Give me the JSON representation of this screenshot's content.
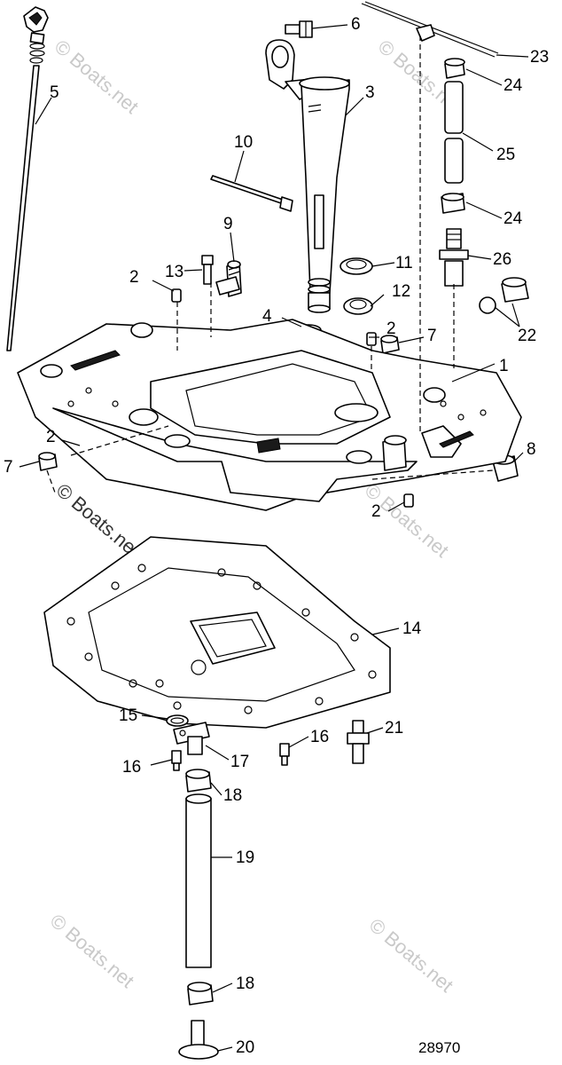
{
  "diagram": {
    "figure_number": "28970",
    "watermark": "© Boats.net",
    "callouts": {
      "c1": "1",
      "c2a": "2",
      "c2b": "2",
      "c2c": "2",
      "c2d": "2",
      "c3": "3",
      "c4": "4",
      "c5": "5",
      "c6": "6",
      "c7a": "7",
      "c7b": "7",
      "c8": "8",
      "c9": "9",
      "c10": "10",
      "c11": "11",
      "c12": "12",
      "c13": "13",
      "c14": "14",
      "c15": "15",
      "c16a": "16",
      "c16b": "16",
      "c17": "17",
      "c18a": "18",
      "c18b": "18",
      "c19": "19",
      "c20": "20",
      "c21": "21",
      "c22": "22",
      "c23": "23",
      "c24a": "24",
      "c24b": "24",
      "c25": "25",
      "c26": "26"
    }
  }
}
